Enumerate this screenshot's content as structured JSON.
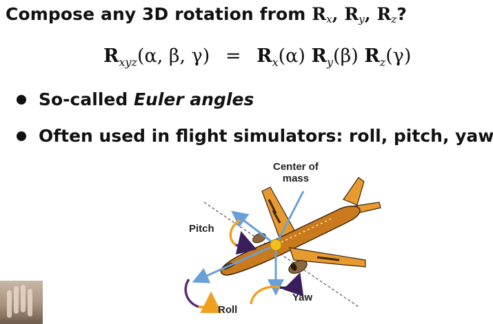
{
  "slide": {
    "title_prefix": "Compose any 3D rotation from ",
    "title_r": "R",
    "title_sub_x": "x",
    "title_sub_y": "y",
    "title_sub_z": "z",
    "title_comma": ",",
    "title_suffix": "?",
    "equation": {
      "lhs_R": "R",
      "lhs_sub": "xyz",
      "lhs_args": "(α, β, γ)",
      "equals": "=",
      "r": "R",
      "sub_x": "x",
      "arg_x": "(α)",
      "sub_y": "y",
      "arg_y": "(β)",
      "sub_z": "z",
      "arg_z": "(γ)"
    },
    "bullets": {
      "b1_prefix": "So-called ",
      "b1_emph": "Euler angles",
      "b2": "Often used in flight simulators: roll, pitch, yaw"
    }
  },
  "figure": {
    "labels": {
      "center_line1": "Center of",
      "center_line2": "mass",
      "pitch": "Pitch",
      "yaw": "Yaw",
      "roll": "Roll"
    },
    "colors": {
      "body": "#c97a1c",
      "wing": "#e79a2d",
      "dark": "#3a2410",
      "axis": "#6a9fd8",
      "center": "#f2c21b",
      "arrow_orange": "#f0a020",
      "arrow_purple": "#5b2a7a"
    },
    "icon": "airplane-diagram"
  }
}
